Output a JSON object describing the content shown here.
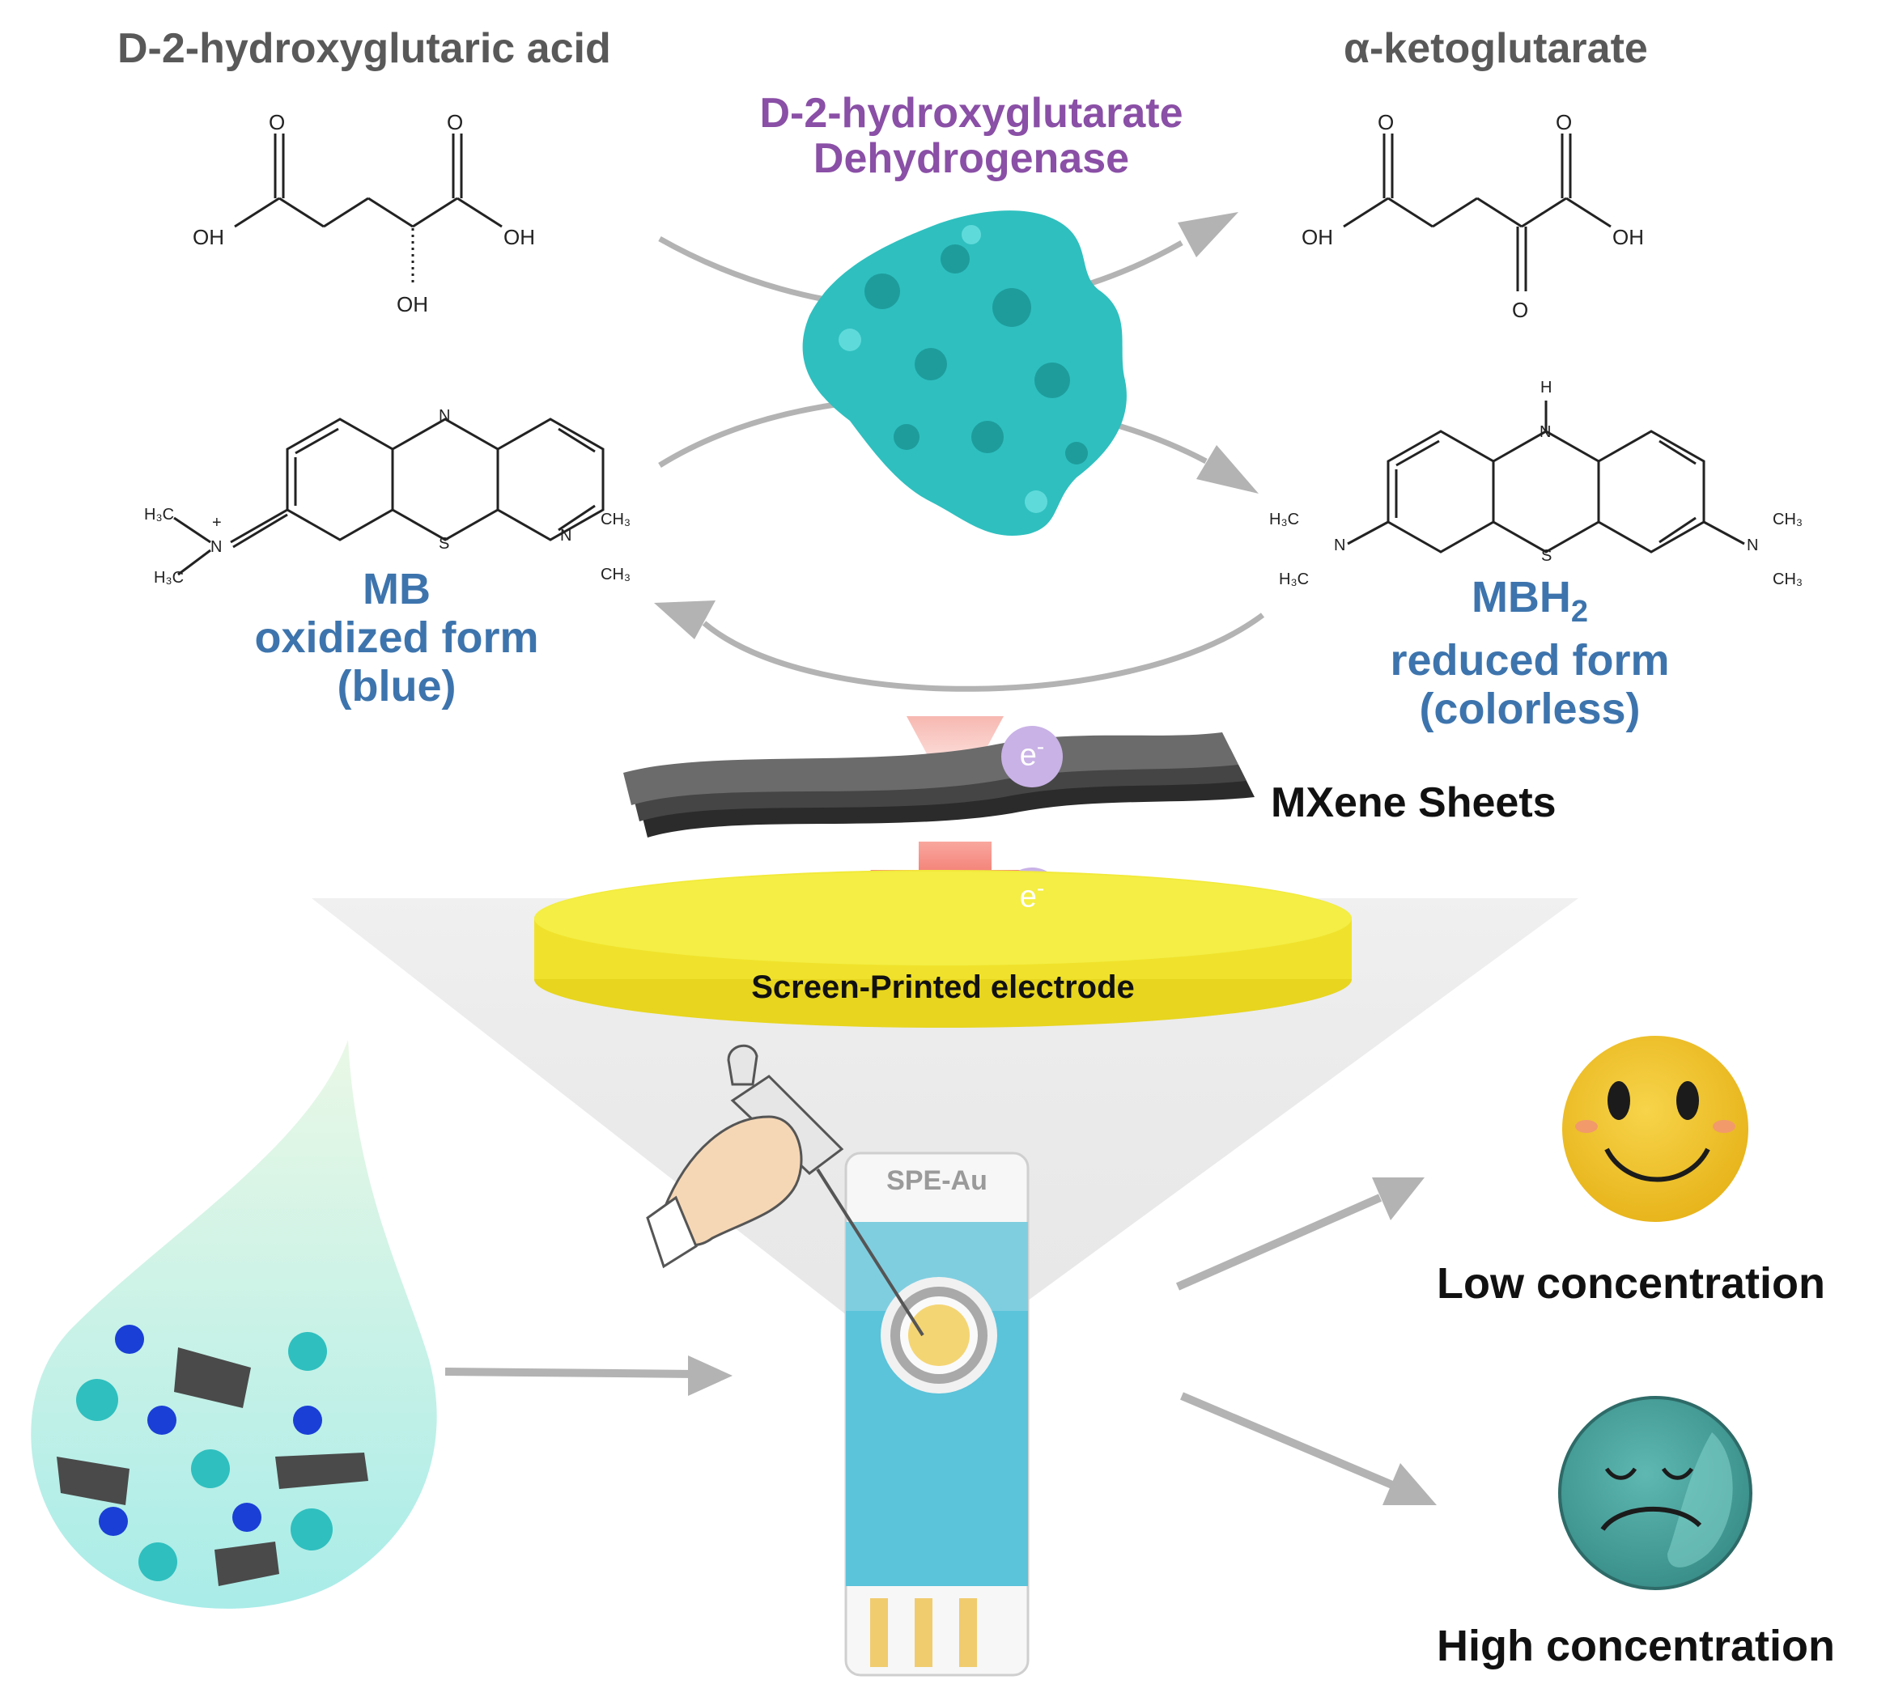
{
  "labels": {
    "substrate": "D-2-hydroxyglutaric acid",
    "product": "α-ketoglutarate",
    "enzyme_line1": "D-2-hydroxyglutarate",
    "enzyme_line2": "Dehydrogenase",
    "mb_name": "MB",
    "mb_state": "oxidized form",
    "mb_color": "(blue)",
    "mbh_name": "MBH",
    "mbh_sub": "2",
    "mbh_state": "reduced form",
    "mbh_color": "(colorless)",
    "electron": "e",
    "electron_sup": "-",
    "mxene": "MXene Sheets",
    "electrode": "Screen-Printed electrode",
    "spe": "SPE-Au",
    "low": "Low concentration",
    "high": "High concentration"
  },
  "atoms": {
    "O": "O",
    "OH": "OH",
    "N": "N",
    "S": "S",
    "H": "H",
    "plus": "+",
    "H3C": "H₃C",
    "CH3": "CH₃"
  },
  "colors": {
    "gray_text": "#595959",
    "purple_text": "#8a4fa6",
    "blue_text": "#3d74ad",
    "enzyme": "#2fbfbf",
    "electrode_yellow": "#f2ea3a",
    "strip_blue": "#5bc3da",
    "electron": "#c9b2e6",
    "arrow_gray": "#b3b3b3",
    "arrow_red": "#e8392e"
  }
}
